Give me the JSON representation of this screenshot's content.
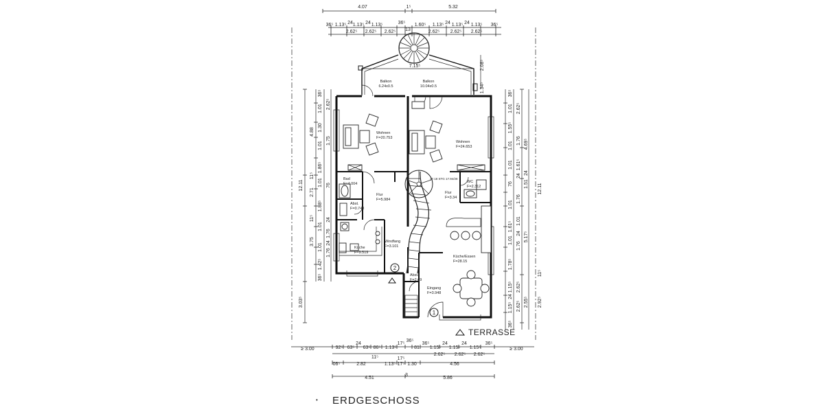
{
  "title": "ERDGESCHOSS",
  "terrace_label": "TERRASSE",
  "markers": [
    "1",
    "2"
  ],
  "rooms": [
    {
      "name": "Balkon",
      "area": "6.24x0.5"
    },
    {
      "name": "Balkon",
      "area": "10.04x0.5"
    },
    {
      "name": "Wohnen",
      "area": "F=20.753"
    },
    {
      "name": "Wohnen",
      "area": "F=24.653"
    },
    {
      "name": "Bad",
      "area": "F=4.004"
    },
    {
      "name": "Abst.",
      "area": "F=0.743"
    },
    {
      "name": "Flur",
      "area": "F=5.984"
    },
    {
      "name": "Flur",
      "area": "F=3.34"
    },
    {
      "name": "WC",
      "area": "F=2.312"
    },
    {
      "name": "Küche",
      "area": "F=9.519"
    },
    {
      "name": "Windfang",
      "area": "F=3.101"
    },
    {
      "name": "Küche/Essen",
      "area": "F=28.15"
    },
    {
      "name": "Abst.",
      "area": "F=2.69"
    },
    {
      "name": "Eingang",
      "area": "F=3.948"
    }
  ],
  "stair_note": "17.18 STG 17.94/28",
  "top_dims": {
    "row1": [
      "4.07",
      "1⁵",
      "5.32"
    ],
    "row2": [
      "36⁵",
      "1.13⁵",
      "24",
      "1.13⁵",
      "24",
      "1.13⁵",
      "36⁵",
      "13",
      "1.60⁵",
      "1.13⁵",
      "24",
      "1.13⁵",
      "24",
      "1.13⁵",
      "36⁵"
    ],
    "row3": [
      "2.62⁵",
      "2.62⁵",
      "2.62⁵",
      "2.62⁵",
      "2.62⁵",
      "2.62⁵"
    ]
  },
  "balcony_dims": [
    "7.15⁵",
    "2.08⁵",
    "1.34⁵"
  ],
  "bottom_dims": {
    "row1": [
      "≥ 3.00",
      "92⁵",
      "63⁵",
      "24",
      "63⁵",
      "86⁵",
      "1.13⁵",
      "17⁵",
      "36⁵",
      "81",
      "36⁵",
      "1.15⁵",
      "24",
      "1.15⁵",
      "24",
      "1.15⁵",
      "36⁵",
      "≥ 3.00"
    ],
    "row1b": [
      "2.62⁵",
      "2.62⁵",
      "2.62⁵"
    ],
    "row2": [
      "11⁵",
      "17⁵"
    ],
    "row3": [
      "06⁵",
      "2.82",
      "1.13⁵",
      "17⁵",
      "1.30",
      "4.56"
    ],
    "row4": [
      "4.51",
      "3",
      "5.86"
    ]
  },
  "left_dims": {
    "outer": [
      "12.11",
      "3.03⁵"
    ],
    "mid": [
      "4.88",
      "11⁵",
      "2.71",
      "11⁵",
      "3.75"
    ],
    "inner": [
      "36⁵",
      "1.01",
      "1.30",
      "1.01",
      "1.75",
      "1.86⁵",
      "1.01",
      "76",
      "1.88⁵",
      "24",
      "1.01",
      "1.76",
      "24",
      "1.01",
      "1.76",
      "1.42⁵",
      "36⁵"
    ],
    "extra": [
      "2.62⁵"
    ]
  },
  "right_dims": {
    "outer": [
      "12.11",
      "11⁵",
      "2.92⁵"
    ],
    "mid": [
      "4.69⁵",
      "1.51",
      "24",
      "5.17⁵",
      "2.55⁵"
    ],
    "inner": [
      "36⁵",
      "1.01",
      "1.55⁵",
      "1.01",
      "1.76",
      "1.01",
      "1.61⁵",
      "24",
      "76",
      "1.01",
      "1.61⁵",
      "1.01",
      "1.76",
      "24",
      "1.01",
      "1.76",
      "1.78⁵",
      "1.15⁵",
      "24",
      "1.15⁵",
      "36⁵"
    ],
    "extra": [
      "2.62⁵",
      "2.62⁵",
      "2.62⁵"
    ]
  }
}
